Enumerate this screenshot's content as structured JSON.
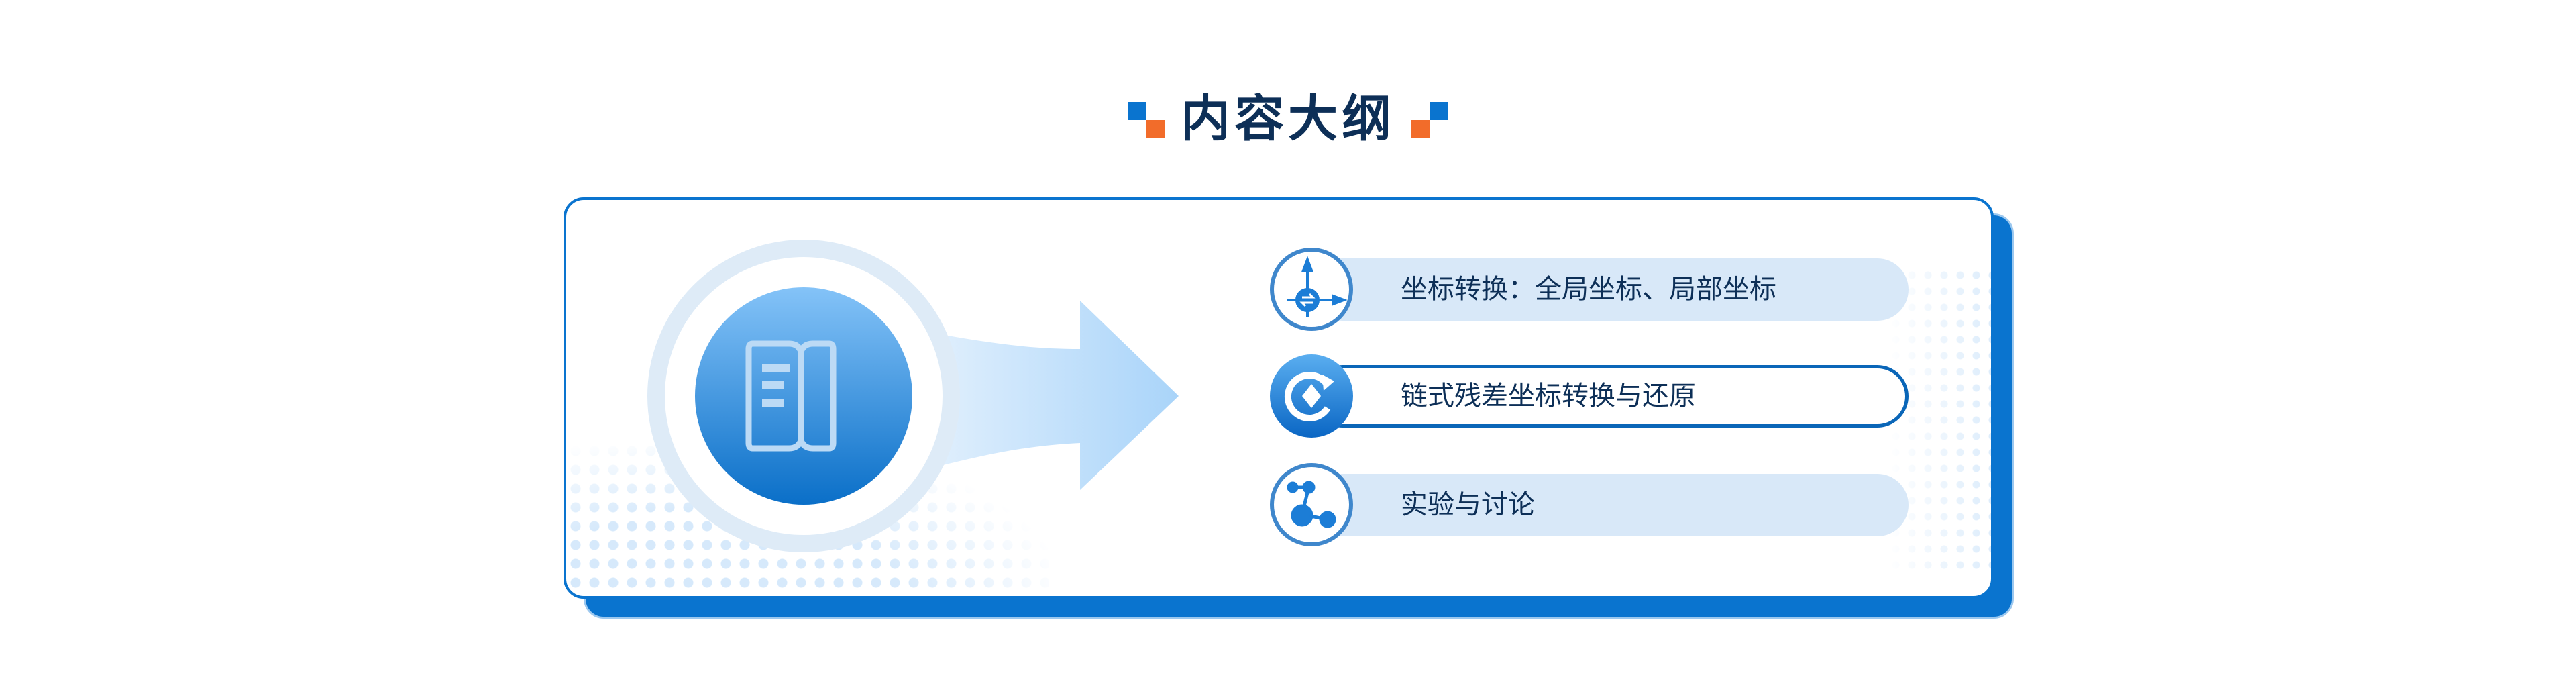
{
  "title": "内容大纲",
  "colors": {
    "primary": "#0a74cf",
    "accent": "#f26c2a",
    "text": "#0d2f57",
    "pill": "#d8e8f8"
  },
  "center_icon": "open-book-icon",
  "items": [
    {
      "label": "坐标转换：全局坐标、局部坐标",
      "icon": "coordinate-axes-icon",
      "selected": false
    },
    {
      "label": "链式残差坐标转换与还原",
      "icon": "cycle-refresh-icon",
      "selected": true
    },
    {
      "label": "实验与讨论",
      "icon": "node-graph-icon",
      "selected": false
    }
  ]
}
